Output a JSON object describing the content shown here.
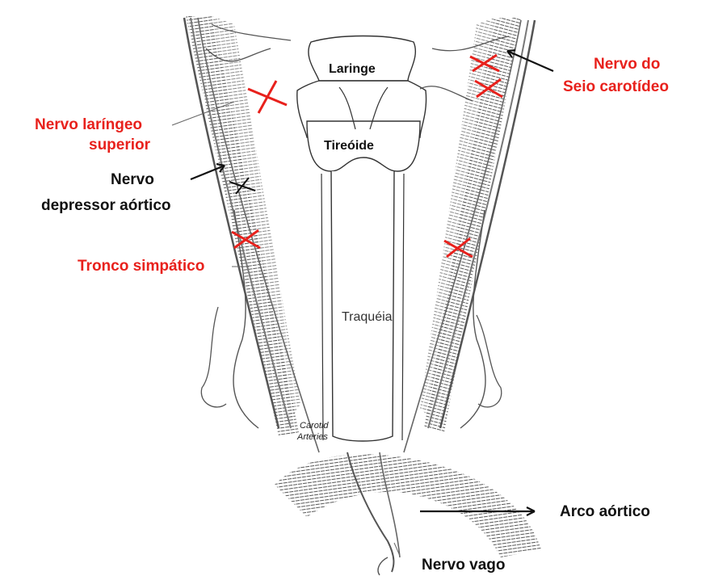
{
  "colors": {
    "red": "#e8211c",
    "ink": "#111111",
    "line": "#555555"
  },
  "labels": {
    "laringe": "Laringe",
    "tireoide": "Tireóide",
    "traqueia": "Traquéia",
    "carotid_line1": "Carotid",
    "carotid_line2": "Arteries",
    "nervo_laringeo_1": "Nervo laríngeo",
    "nervo_laringeo_2": "superior",
    "nervo_depressor_1": "Nervo",
    "nervo_depressor_2": "depressor aórtico",
    "tronco_simpatico": "Tronco simpático",
    "nervo_seio_1": "Nervo do",
    "nervo_seio_2": "Seio carotídeo",
    "arco_aortico": "Arco aórtico",
    "nervo_vago": "Nervo vago"
  }
}
